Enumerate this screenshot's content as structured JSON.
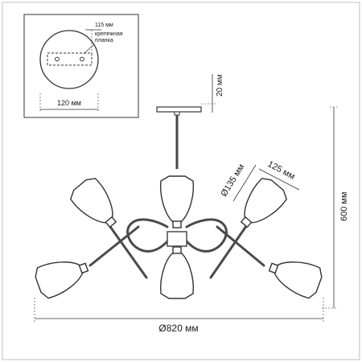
{
  "inset": {
    "plate_width_label": "115 мм",
    "plate_note_line1": "крепежная",
    "plate_note_line2": "планка",
    "base_diameter_label": "120 мм"
  },
  "dimensions": {
    "canopy_height": "20 мм",
    "total_height": "600 мм",
    "total_diameter": "Ø820 мм",
    "shade_diameter": "Ø135 мм",
    "shade_height": "125 мм"
  },
  "colors": {
    "line": "#3a3a3a",
    "frame": "#4a4a4a",
    "shade_fill": "#ffffff"
  }
}
